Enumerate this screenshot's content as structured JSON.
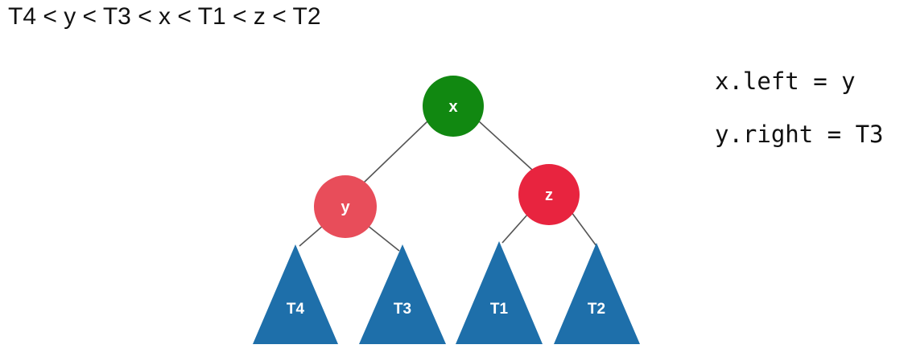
{
  "ordering": "T4 < y < T3 < x < T1 < z < T2",
  "code": {
    "line1": "x.left = y",
    "line2": "y.right = T3"
  },
  "nodes": {
    "x": {
      "label": "x",
      "color": "#118811"
    },
    "y": {
      "label": "y",
      "color": "#e84d5a"
    },
    "z": {
      "label": "z",
      "color": "#e8243f"
    }
  },
  "subtrees": {
    "t4": {
      "label": "T4",
      "color": "#1e6faa"
    },
    "t3": {
      "label": "T3",
      "color": "#1e6faa"
    },
    "t1": {
      "label": "T1",
      "color": "#1e6faa"
    },
    "t2": {
      "label": "T2",
      "color": "#1e6faa"
    }
  },
  "edge_color": "#555555"
}
